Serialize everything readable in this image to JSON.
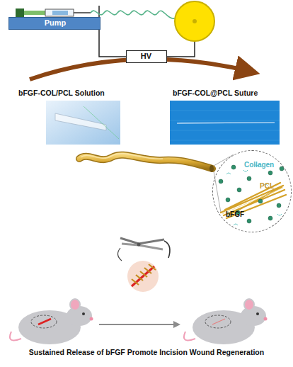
{
  "diagram": {
    "nodes": [
      {
        "text": [
          "Pump"
        ]
      },
      {
        "text": [
          "HV"
        ]
      },
      {
        "text": [
          "Collagen",
          "PCL",
          "bFGF"
        ]
      }
    ],
    "edges": [
      {
        "from": 0,
        "to": 1,
        "arrow": "none"
      }
    ],
    "labels": [
      "bFGF-COL/PCL Solution",
      "bFGF-COL@PCL Suture",
      "Sustained Release of bFGF Promote Incision Wound Regeneration"
    ]
  }
}
